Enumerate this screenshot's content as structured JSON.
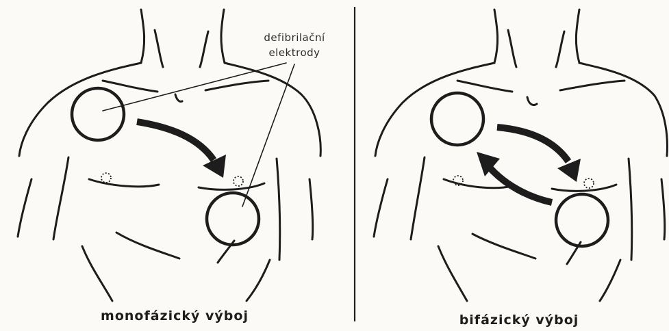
{
  "panels": [
    {
      "caption": "monofázický výboj"
    },
    {
      "caption": "bifázický výboj"
    }
  ],
  "annotation": {
    "line1": "defibrilační",
    "line2": "elektrody"
  }
}
